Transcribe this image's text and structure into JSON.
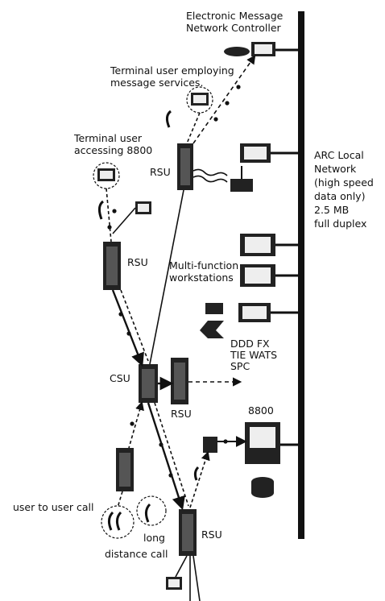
{
  "labels": {
    "emnc": "Electronic Message\nNetwork Controller",
    "terminal_msg": "Terminal user employing\nmessage services.",
    "terminal_8800": "Terminal user\naccessing 8800",
    "rsu_top": "RSU",
    "rsu_mid": "RSU",
    "rsu_right": "RSU",
    "rsu_bottom": "RSU",
    "csu": "CSU",
    "arc": "ARC Local\nNetwork\n(high speed\ndata only)\n2.5 MB\nfull duplex",
    "mfw": "Multi-function\nworkstations",
    "trunks": "DDD  FX\nTIE  WATS\nSPC",
    "pbx": "8800",
    "user_call": "user to user call",
    "long": "long",
    "distance": "distance call"
  }
}
